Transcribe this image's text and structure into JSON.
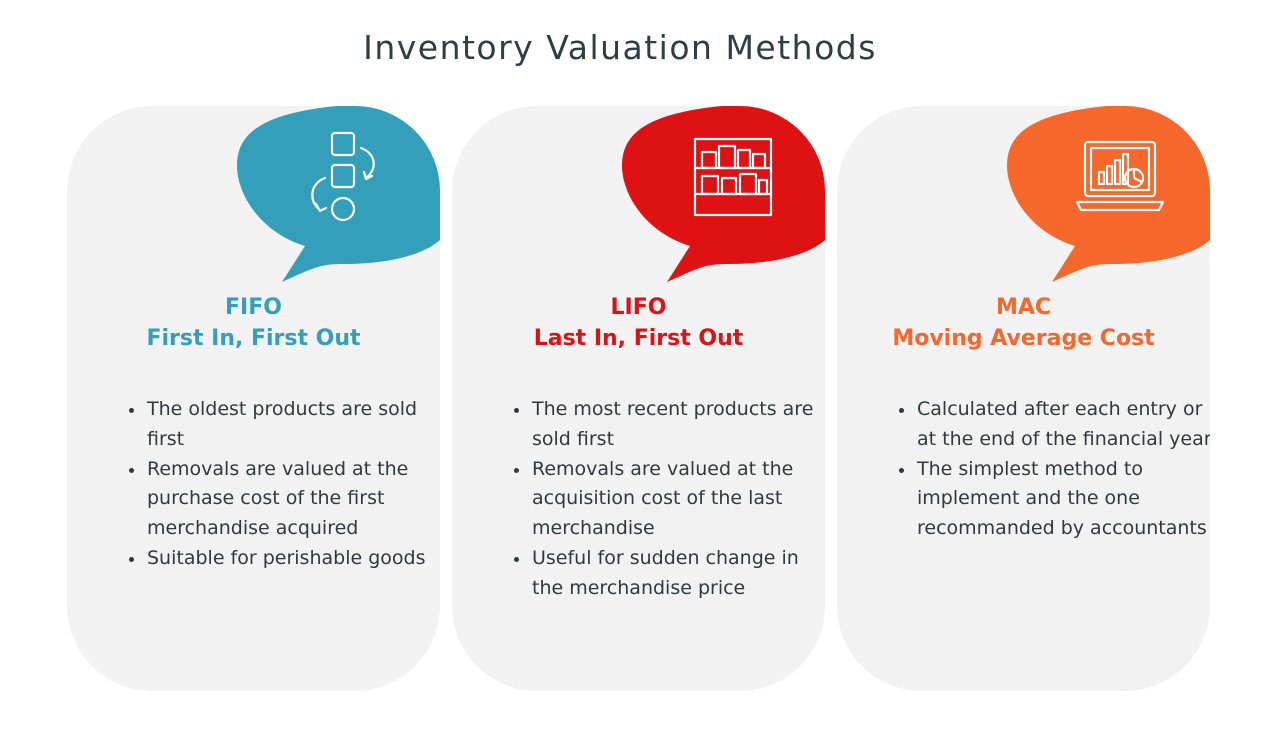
{
  "title": "Inventory Valuation Methods",
  "cards": [
    {
      "id": "fifo",
      "color": "#339fba",
      "icon": "boxes-rotation-icon",
      "abbr": "FIFO",
      "name": "First In, First Out",
      "bullets": [
        "The oldest products are sold first",
        "Removals are valued at the purchase cost of the first merchandise acquired",
        "Suitable for perishable goods"
      ]
    },
    {
      "id": "lifo",
      "color": "#de1212",
      "icon": "warehouse-shelf-icon",
      "abbr": "LIFO",
      "name": "Last In, First Out",
      "bullets": [
        "The most recent products are sold first",
        "Removals are valued at the acquisition cost of the last merchandise",
        "Useful for sudden change in the merchandise price"
      ]
    },
    {
      "id": "mac",
      "color": "#f5672b",
      "icon": "laptop-chart-icon",
      "abbr": "MAC",
      "name": "Moving Average Cost",
      "bullets": [
        "Calculated after each entry or at the end of the financial year",
        "The simplest method to implement and the one recommanded by accountants"
      ]
    }
  ]
}
